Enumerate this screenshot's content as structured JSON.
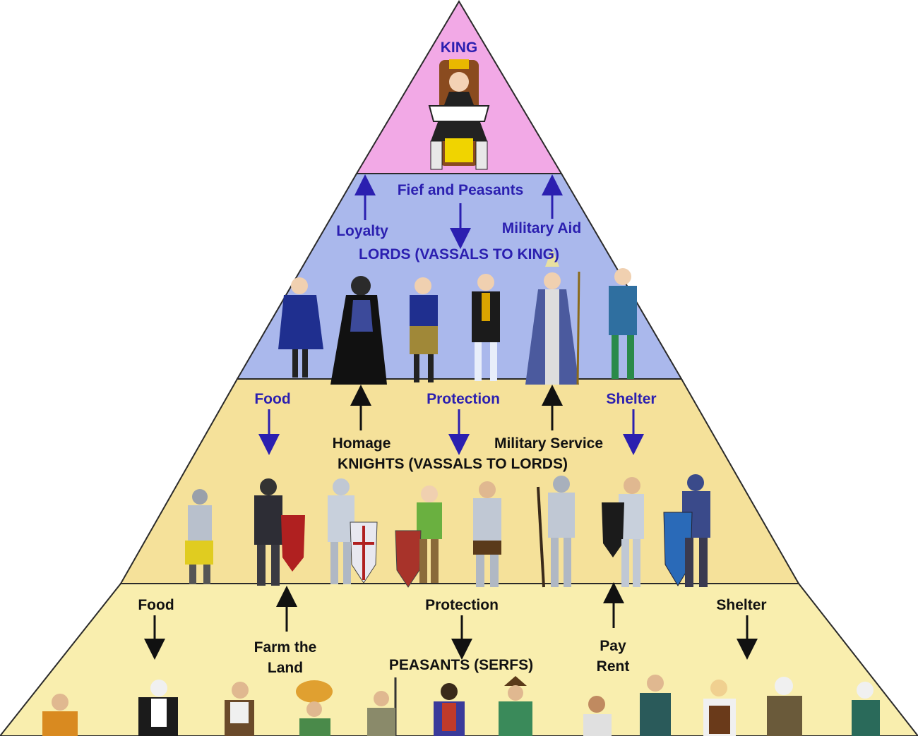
{
  "colors": {
    "king_fill": "#f2a9e6",
    "lords_fill": "#aab8ec",
    "knights_fill": "#f5e19a",
    "peasants_fill": "#f9eeae",
    "outline": "#2a2a2a",
    "blue_text": "#2b1fb0",
    "dark_text": "#111111"
  },
  "tiers": {
    "king": {
      "title": "KING"
    },
    "lords": {
      "title": "LORDS (VASSALS TO KING)",
      "up_left": "Loyalty",
      "down_center": "Fief and Peasants",
      "up_right": "Military  Aid"
    },
    "knights": {
      "title": "KNIGHTS (VASSALS TO LORDS)",
      "down_1": "Food",
      "up_1": "Homage",
      "down_2": "Protection",
      "up_2": "Military Service",
      "down_3": "Shelter"
    },
    "peasants": {
      "title": "PEASANTS (SERFS)",
      "down_1": "Food",
      "up_1_line1": "Farm the",
      "up_1_line2": "Land",
      "down_2": "Protection",
      "up_2_line1": "Pay",
      "up_2_line2": "Rent",
      "down_3": "Shelter"
    }
  },
  "figures": {
    "king": [
      "king-on-throne"
    ],
    "lords": [
      "noble-blue-robe",
      "monk-black-robe",
      "noble-blue-tunic",
      "noble-black-doublet",
      "bishop-mitre",
      "noble-teal-tunic"
    ],
    "knights": [
      "knight-pointing",
      "knight-black-armor",
      "knight-cross-shield",
      "knight-green-shield",
      "knight-standing",
      "knight-spear",
      "knight-sword",
      "knight-blue-shield"
    ],
    "peasants": [
      "peasant-1",
      "peasant-2",
      "peasant-3",
      "peasant-4",
      "peasant-5",
      "peasant-6",
      "peasant-7",
      "peasant-8",
      "peasant-9",
      "peasant-10",
      "peasant-11",
      "peasant-12"
    ]
  }
}
